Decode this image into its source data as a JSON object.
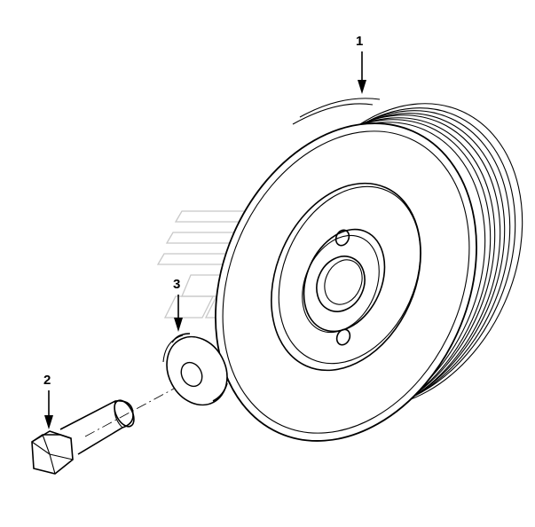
{
  "diagram": {
    "parts": [
      {
        "callout": "1",
        "part": "pulley"
      },
      {
        "callout": "2",
        "part": "bolt"
      },
      {
        "callout": "3",
        "part": "washer"
      }
    ]
  },
  "colors": {
    "line": "#000000",
    "watermark": "#c8c8c8",
    "background": "#ffffff"
  }
}
